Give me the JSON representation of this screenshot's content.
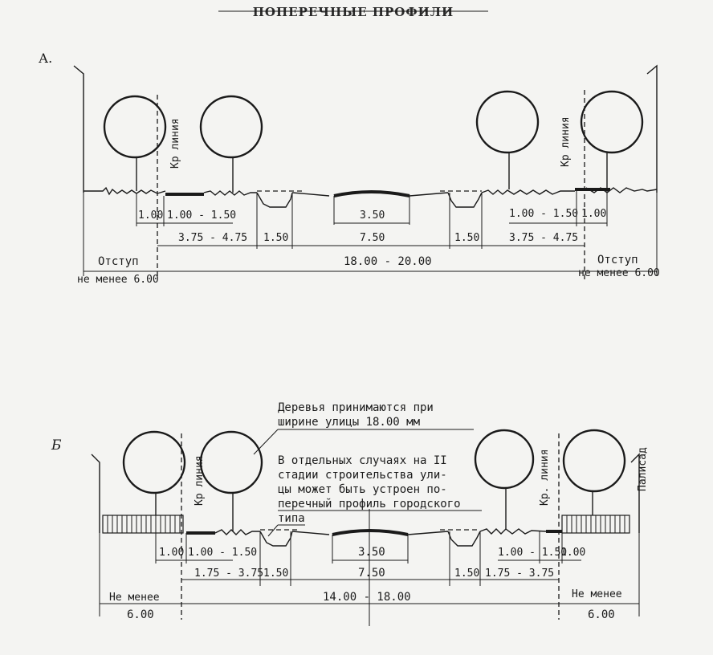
{
  "title": "ПОПЕРЕЧНЫЕ ПРОФИЛИ",
  "section_a": {
    "label": "А.",
    "red_line_left": "Кр линия",
    "red_line_right": "Кр линия",
    "dims_row1": [
      "1.00",
      "1.00 - 1.50",
      "3.50",
      "1.00 - 1.50",
      "1.00"
    ],
    "dims_row2": [
      "3.75 - 4.75",
      "1.50",
      "7.50",
      "1.50",
      "3.75 - 4.75"
    ],
    "dims_row3_center": "18.00 - 20.00",
    "setback_left": "Отступ",
    "setback_left_min": "не менее 6.00",
    "setback_right": "Отступ",
    "setback_right_min": "не менее 6.00"
  },
  "section_b": {
    "label": "Б",
    "red_line_left": "Кр линия",
    "red_line_right": "Кр. линия",
    "palisade": "Палисад",
    "note1_line1": "Деревья принимаются при",
    "note1_line2": "ширине улицы 18.00 мм",
    "note2_line1": "В отдельных случаях на II",
    "note2_line2": "стадии строительства ули-",
    "note2_line3": "цы может быть устроен по-",
    "note2_line4": "перечный профиль городского",
    "note2_line5": "типа",
    "dims_row1": [
      "1.00",
      "1.00 - 1.50",
      "3.50",
      "1.00 - 1.50",
      "1.00"
    ],
    "dims_row2": [
      "1.75 - 3.75",
      "1.50",
      "7.50",
      "1.50",
      "1.75 - 3.75"
    ],
    "dims_row3_center": "14.00 - 18.00",
    "setback_left": "Не менее",
    "setback_left_val": "6.00",
    "setback_right": "Не менее",
    "setback_right_val": "6.00"
  }
}
